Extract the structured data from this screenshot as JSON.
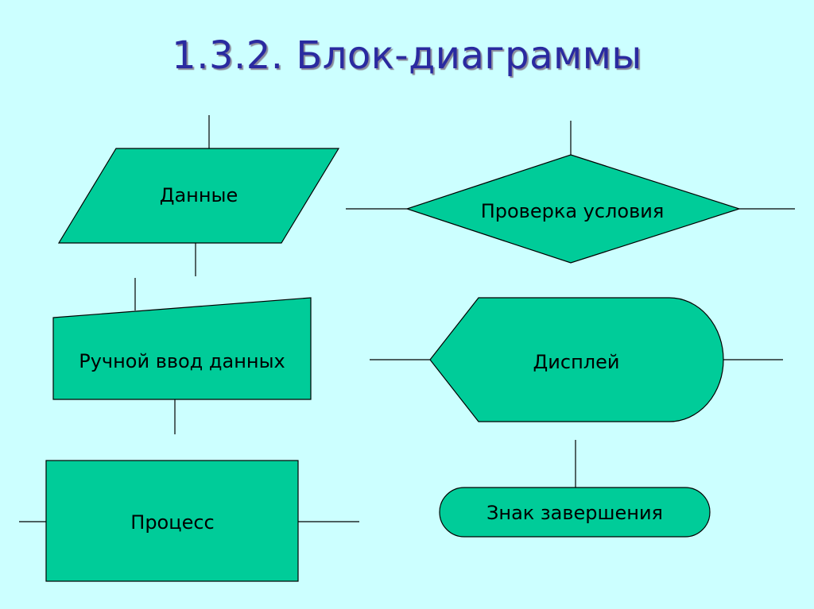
{
  "slide": {
    "title": "1.3.2. Блок-диаграммы",
    "background_color": "#ccffff",
    "title_color": "#2a2aa0"
  },
  "diagram": {
    "fill_color": "#00cc99",
    "stroke_color": "#000000",
    "shapes": [
      {
        "id": "data",
        "shape": "parallelogram",
        "label": "Данные"
      },
      {
        "id": "manual-input",
        "shape": "manual-input",
        "label": "Ручной ввод данных"
      },
      {
        "id": "process",
        "shape": "rectangle",
        "label": "Процесс"
      },
      {
        "id": "decision",
        "shape": "diamond",
        "label": "Проверка условия"
      },
      {
        "id": "display",
        "shape": "display",
        "label": "Дисплей"
      },
      {
        "id": "terminator",
        "shape": "terminator",
        "label": "Знак завершения"
      }
    ]
  }
}
